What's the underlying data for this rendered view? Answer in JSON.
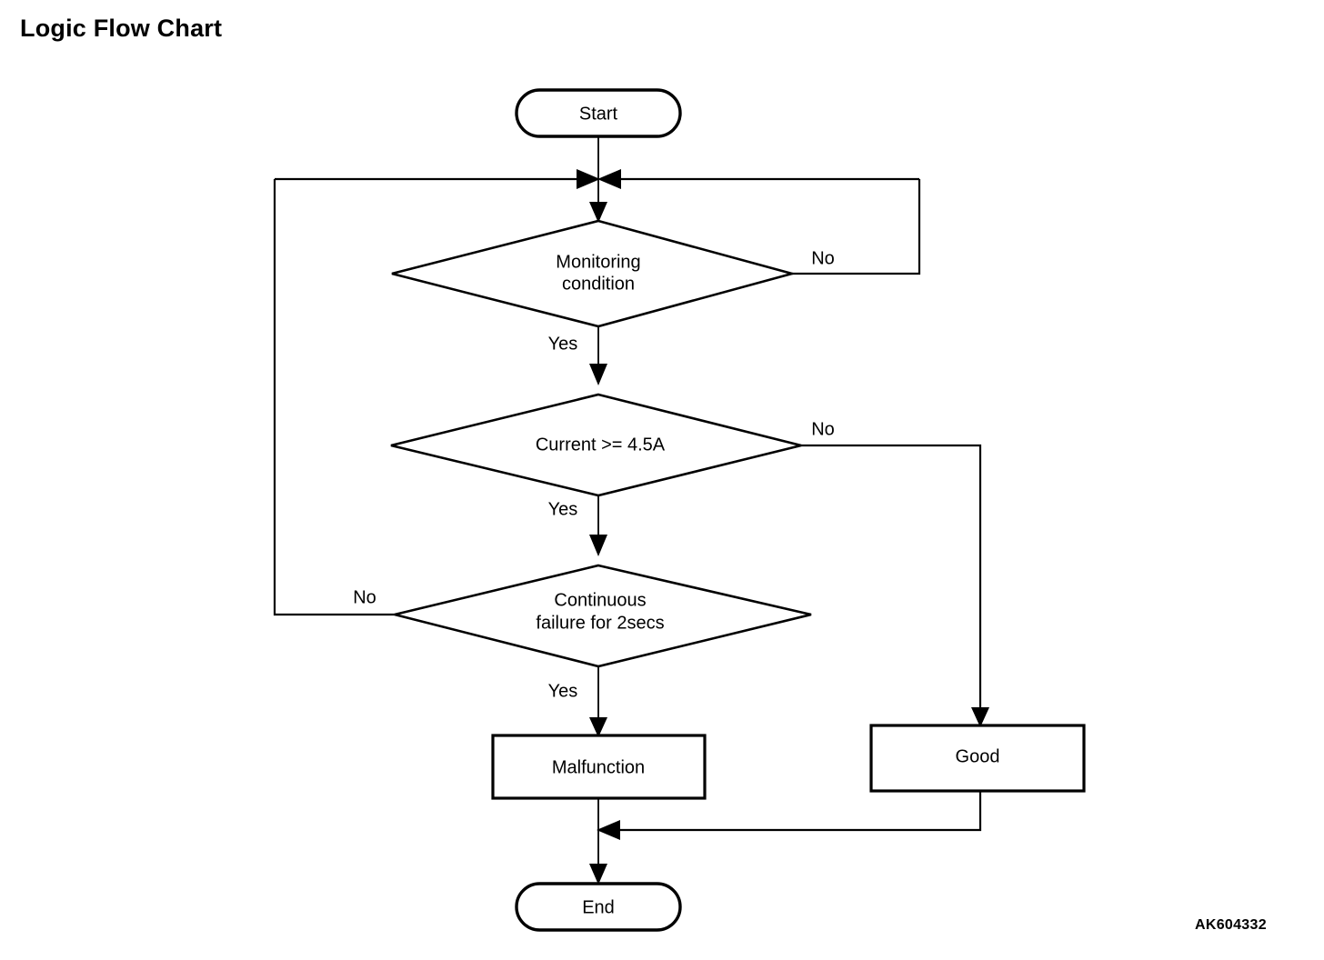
{
  "page": {
    "title": "Logic Flow Chart",
    "reference_code": "AK604332",
    "background_color": "#ffffff",
    "line_color": "#000000"
  },
  "chart_data": {
    "type": "diagram",
    "diagram_kind": "flowchart",
    "title": "Logic Flow Chart",
    "nodes": [
      {
        "id": "start",
        "shape": "terminator",
        "label": "Start"
      },
      {
        "id": "monitoring",
        "shape": "decision",
        "label": "Monitoring condition",
        "label_line1": "Monitoring",
        "label_line2": "condition"
      },
      {
        "id": "current",
        "shape": "decision",
        "label": "Current >= 4.5A",
        "label_line1": "Current >= 4.5A",
        "label_line2": ""
      },
      {
        "id": "continuous",
        "shape": "decision",
        "label": "Continuous failure for 2secs",
        "label_line1": "Continuous",
        "label_line2": "failure for 2secs"
      },
      {
        "id": "malfunction",
        "shape": "process",
        "label": "Malfunction"
      },
      {
        "id": "good",
        "shape": "process",
        "label": "Good"
      },
      {
        "id": "end",
        "shape": "terminator",
        "label": "End"
      }
    ],
    "edges": [
      {
        "from": "start",
        "to": "monitoring",
        "label": ""
      },
      {
        "from": "monitoring",
        "to": "start-join",
        "label": "No"
      },
      {
        "from": "monitoring",
        "to": "current",
        "label": "Yes"
      },
      {
        "from": "current",
        "to": "good",
        "label": "No"
      },
      {
        "from": "current",
        "to": "continuous",
        "label": "Yes"
      },
      {
        "from": "continuous",
        "to": "start-join",
        "label": "No"
      },
      {
        "from": "continuous",
        "to": "malfunction",
        "label": "Yes"
      },
      {
        "from": "malfunction",
        "to": "end",
        "label": ""
      },
      {
        "from": "good",
        "to": "end",
        "label": ""
      }
    ],
    "edge_labels": {
      "monitoring_no": "No",
      "monitoring_yes": "Yes",
      "current_no": "No",
      "current_yes": "Yes",
      "continuous_no": "No",
      "continuous_yes": "Yes"
    }
  }
}
